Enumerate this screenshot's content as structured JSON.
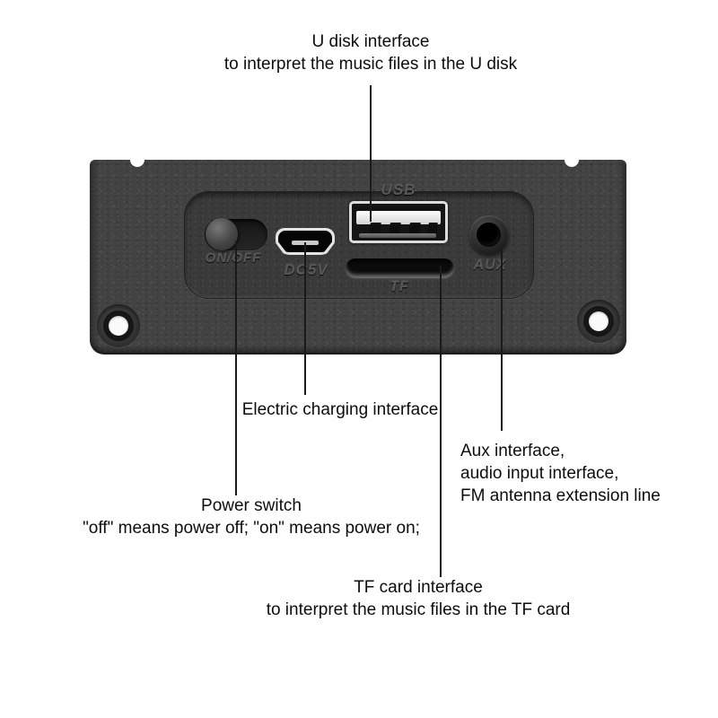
{
  "annotations": {
    "u_disk": {
      "lines": [
        "U disk interface",
        "to interpret the music files in the U disk"
      ]
    },
    "charging": {
      "lines": [
        "Electric charging interface"
      ]
    },
    "aux": {
      "lines": [
        "Aux interface,",
        "audio input interface,",
        "FM antenna extension line"
      ]
    },
    "power": {
      "lines": [
        "Power switch",
        "\"off\" means power off; \"on\" means power on;"
      ]
    },
    "tf_card": {
      "lines": [
        "TF card interface",
        "to interpret the music files in the TF card"
      ]
    }
  },
  "panel": {
    "labels": {
      "usb": "USB",
      "power_switch": "ON/OFF",
      "charging": "DC5V",
      "tf": "TF",
      "aux": "AUX"
    }
  },
  "colors": {
    "background": "#ffffff",
    "panel_base": "#424242",
    "panel_recess": "#3a3a3a",
    "leader_line": "#1a1a1a",
    "annotation_text": "#0d0d0d",
    "emboss_text": "#575757",
    "port_white": "#dcdcdc"
  }
}
